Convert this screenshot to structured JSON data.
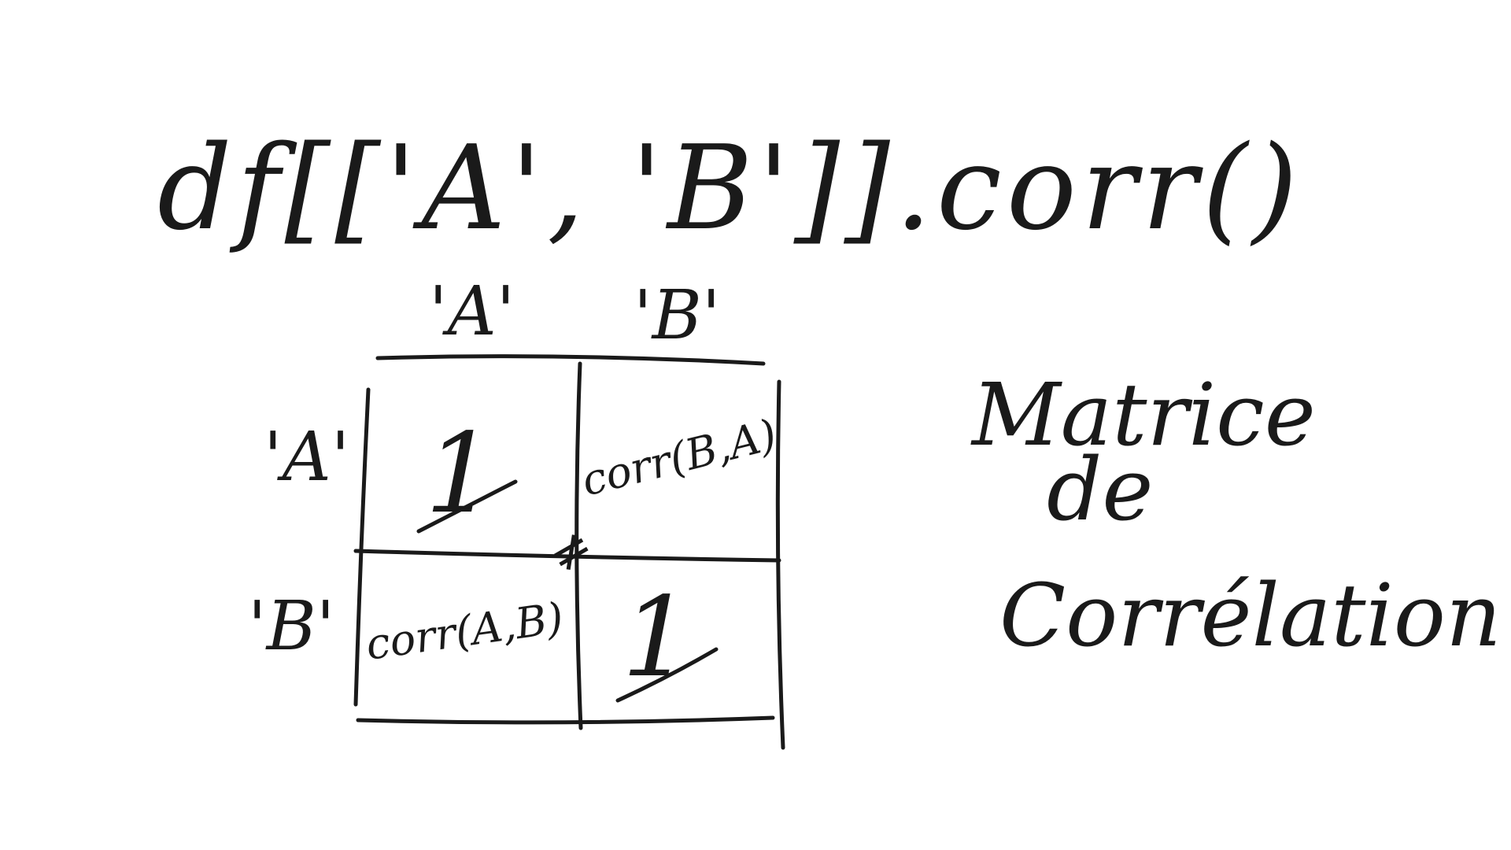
{
  "code": {
    "expression": "df[['A', 'B']].corr()"
  },
  "matrix": {
    "column_headers": [
      "'A'",
      "'B'"
    ],
    "row_headers": [
      "'A'",
      "'B'"
    ],
    "cells": [
      [
        "1",
        "corr(B,A)"
      ],
      [
        "corr(A,B)",
        "1"
      ]
    ],
    "not_equal_symbol": "≠"
  },
  "title": {
    "line1": "Matrice",
    "line2": "de",
    "line3": "Corrélation"
  }
}
